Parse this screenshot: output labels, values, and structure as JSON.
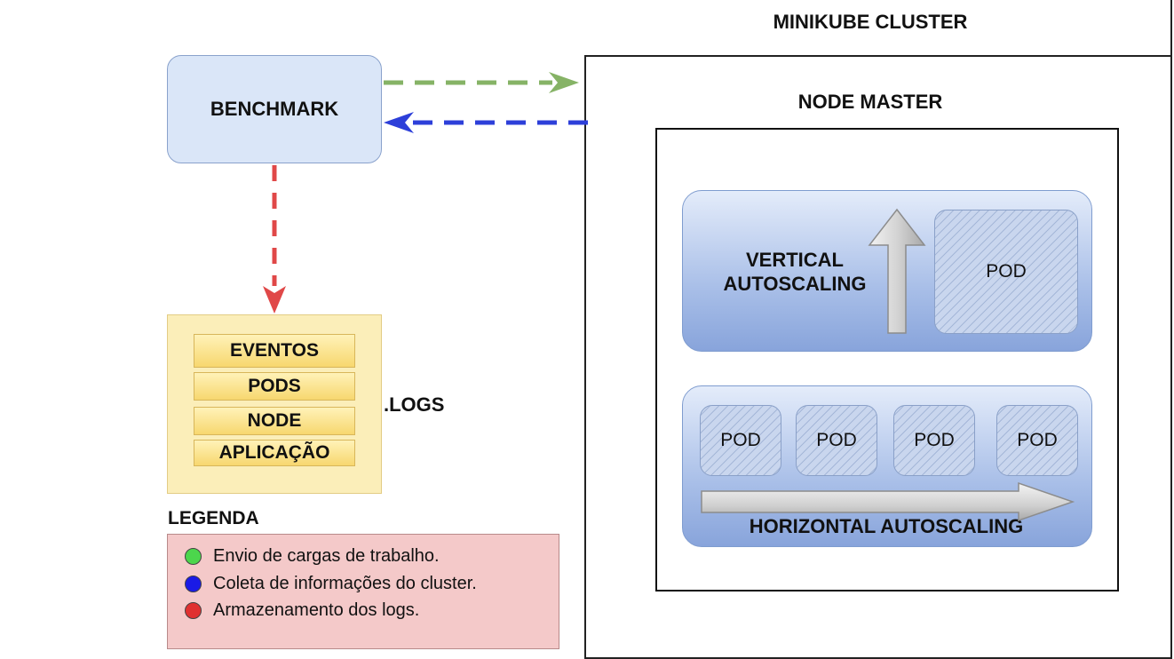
{
  "cluster": {
    "title": "MINIKUBE CLUSTER",
    "node_master_title": "NODE MASTER",
    "vertical_label": "VERTICAL AUTOSCALING",
    "vertical_pod": "POD",
    "horizontal_label": "HORIZONTAL AUTOSCALING",
    "horizontal_pods": [
      "POD",
      "POD",
      "POD",
      "POD"
    ]
  },
  "benchmark": {
    "label": "BENCHMARK"
  },
  "logs": {
    "label": ".LOGS",
    "rows": [
      "EVENTOS",
      "PODS",
      "NODE",
      "APLICAÇÃO"
    ]
  },
  "legend": {
    "title": "LEGENDA",
    "items": [
      {
        "text": "Envio de cargas de trabalho.",
        "color": "#4cd64c"
      },
      {
        "text": "Coleta de informações do cluster.",
        "color": "#1a1ae6"
      },
      {
        "text": "Armazenamento dos logs.",
        "color": "#e03030"
      }
    ]
  },
  "colors": {
    "workload_arrow": "#86b366",
    "collect_arrow": "#2d3fd9",
    "logs_arrow": "#e04848"
  }
}
